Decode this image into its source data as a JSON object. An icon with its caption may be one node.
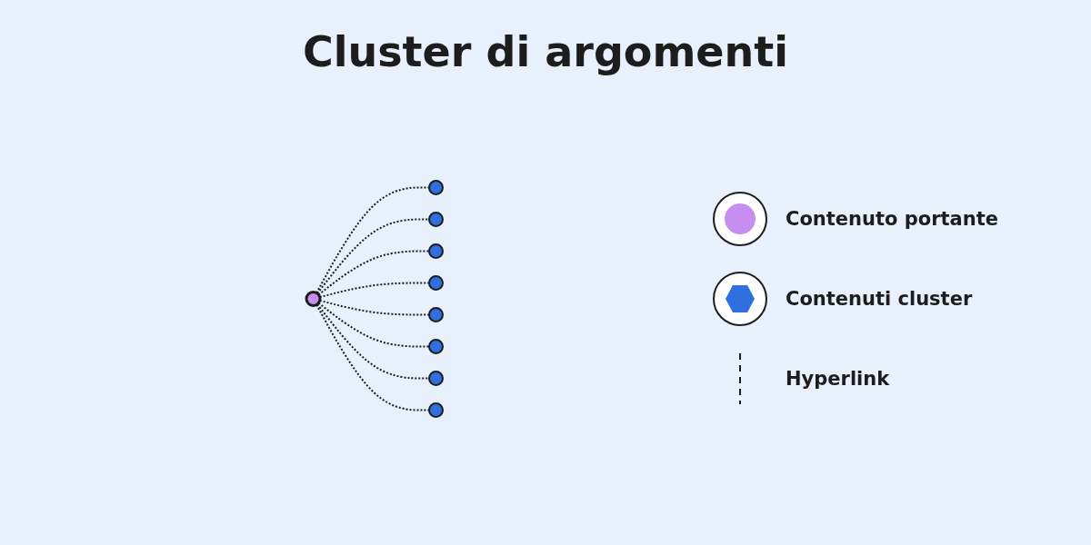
{
  "diagram": {
    "title": "Cluster di argomenti",
    "nodes": [
      {
        "text": [],
        "shape": "circle"
      },
      {
        "text": [],
        "shape": "circle"
      },
      {
        "text": [],
        "shape": "circle"
      },
      {
        "text": [],
        "shape": "circle"
      },
      {
        "text": [],
        "shape": "circle"
      },
      {
        "text": [],
        "shape": "circle"
      },
      {
        "text": [],
        "shape": "circle"
      },
      {
        "text": [],
        "shape": "circle"
      },
      {
        "text": [],
        "shape": "circle"
      }
    ],
    "edges": [
      {
        "from": 0,
        "to": 1,
        "arrow": "none",
        "style": "dashed"
      },
      {
        "from": 0,
        "to": 2,
        "arrow": "none",
        "style": "dashed"
      },
      {
        "from": 0,
        "to": 3,
        "arrow": "none",
        "style": "dashed"
      },
      {
        "from": 0,
        "to": 4,
        "arrow": "none",
        "style": "dashed"
      },
      {
        "from": 0,
        "to": 5,
        "arrow": "none",
        "style": "dashed"
      },
      {
        "from": 0,
        "to": 6,
        "arrow": "none",
        "style": "dashed"
      },
      {
        "from": 0,
        "to": 7,
        "arrow": "none",
        "style": "dashed"
      },
      {
        "from": 0,
        "to": 8,
        "arrow": "none",
        "style": "dashed"
      }
    ],
    "legend": [
      {
        "text": "Contenuto portante"
      },
      {
        "text": "Contenuti cluster"
      },
      {
        "text": "Hyperlink"
      }
    ]
  }
}
